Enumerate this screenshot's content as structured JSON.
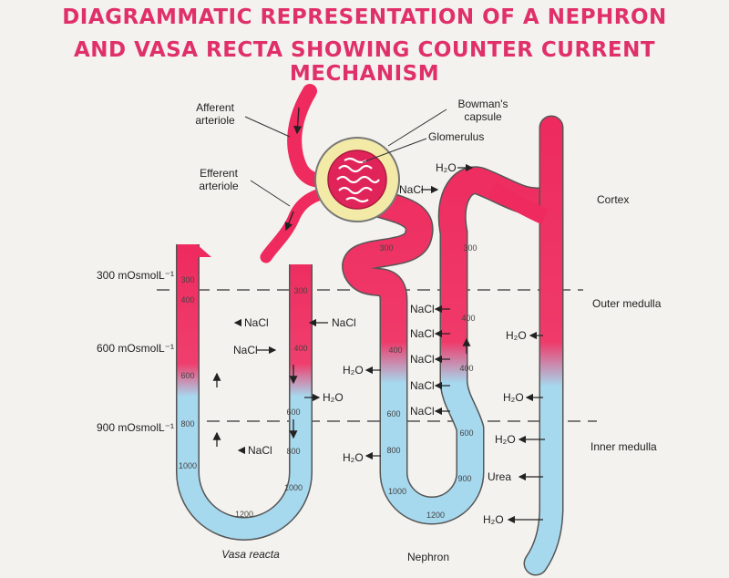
{
  "title": {
    "line1": "DIAGRAMMATIC REPRESENTATION OF A NEPHRON",
    "line2": "AND VASA RECTA SHOWING COUNTER CURRENT MECHANISM"
  },
  "labels": {
    "afferent": [
      "Afferent",
      "arteriole"
    ],
    "efferent": [
      "Efferent",
      "arteriole"
    ],
    "bowmans": [
      "Bowman's",
      "capsule"
    ],
    "glomerulus": "Glomerulus",
    "cortex": "Cortex",
    "outer_medulla": "Outer medulla",
    "inner_medulla": "Inner medulla",
    "vasa_recta": "Vasa reacta",
    "nephron": "Nephron"
  },
  "osmolarity_levels": [
    "300 mOsmolL⁻¹",
    "600 mOsmolL⁻¹",
    "900 mOsmolL⁻¹"
  ],
  "substances": {
    "water": "H₂O",
    "salt": "NaCl",
    "urea": "Urea"
  },
  "vasa_values": {
    "descending": [
      "300",
      "400",
      "600",
      "800",
      "1000"
    ],
    "ascending": [
      "300",
      "400",
      "600",
      "800",
      "1000"
    ],
    "bottom": "1200"
  },
  "nephron_values": {
    "pct": "300",
    "dct": "300",
    "descending_outer": "400",
    "descending_600": "600",
    "descending_800": "800",
    "descending_1000": "1000",
    "ascending_400": "400",
    "ascending_400b": "400",
    "ascending_600": "600",
    "ascending_900": "900",
    "bottom": "1200"
  },
  "colors": {
    "title": "#e0306a",
    "cortex_red": "#ee2a5e",
    "medulla_blue": "#a6d8ee",
    "capsule": "#f2eaa6",
    "glomerulus": "#e0245a"
  }
}
